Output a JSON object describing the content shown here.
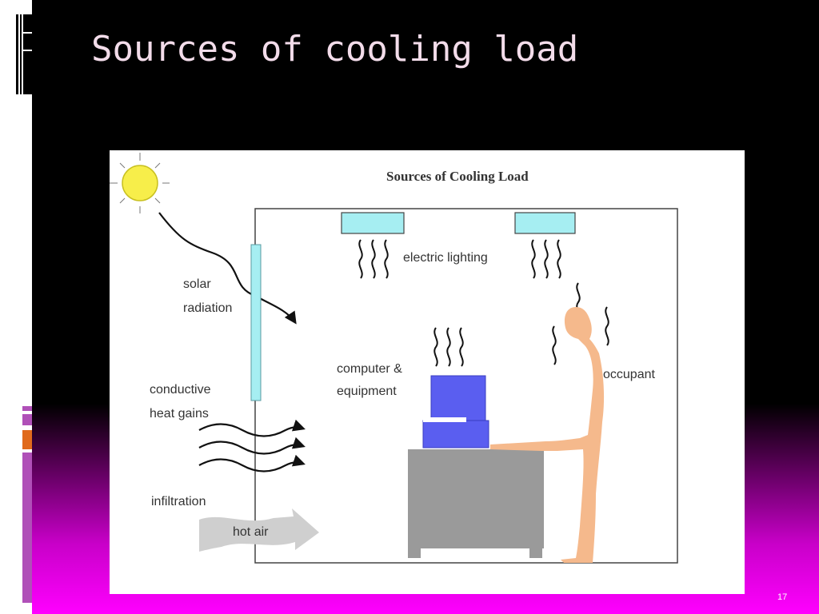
{
  "slide": {
    "title": "Sources of cooling load",
    "number": "17"
  },
  "diagram": {
    "heading": "Sources of Cooling Load",
    "labels": {
      "solar_1": "solar",
      "solar_2": "radiation",
      "conductive_1": "conductive",
      "conductive_2": "heat gains",
      "infiltration": "infiltration",
      "hot_air": "hot air",
      "lighting": "electric lighting",
      "computer_1": "computer &",
      "computer_2": "equipment",
      "occupant": "occupant"
    },
    "colors": {
      "sun": "#f7ee4a",
      "window": "#a6eef2",
      "light_fixture": "#a6eef2",
      "monitor": "#5a5ef0",
      "desk": "#9a9a9a",
      "person": "#f5b98c",
      "hot_air_arrow": "#cfcfcf"
    }
  },
  "theme": {
    "accent_purple": "#b050b8",
    "accent_orange": "#e06a1c",
    "background_bottom": "#ff00ff"
  }
}
